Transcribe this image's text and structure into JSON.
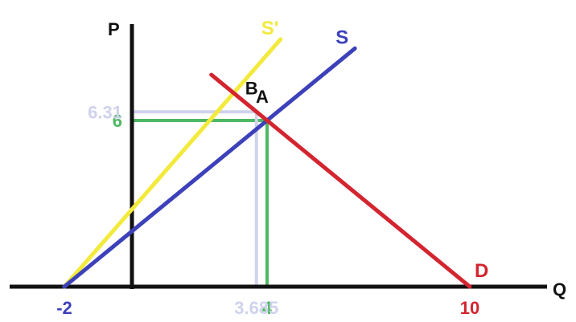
{
  "chart_data": {
    "type": "line",
    "xlabel": "Q",
    "ylabel": "P",
    "series": [
      {
        "name": "S'",
        "color": "#f2ea3c",
        "x": [
          -2,
          4.4
        ],
        "y": [
          0,
          8.93
        ]
      },
      {
        "name": "S",
        "color": "#3d41b9",
        "x": [
          -2,
          6.6
        ],
        "y": [
          0,
          8.6
        ]
      },
      {
        "name": "D",
        "color": "#d3252f",
        "x": [
          2.35,
          10
        ],
        "y": [
          7.65,
          0
        ]
      }
    ],
    "points": [
      {
        "label": "A",
        "x": 4,
        "y": 6
      },
      {
        "label": "B",
        "x": 3.685,
        "y": 6.31
      }
    ],
    "guides": [
      {
        "x": 4,
        "y": 6,
        "color": "#4eb862",
        "x_label": "4",
        "y_label": "6"
      },
      {
        "x": 3.685,
        "y": 6.31,
        "color": "#cfd2ec",
        "x_label": "3.685",
        "y_label": "6.31"
      }
    ],
    "x_tick_labels": [
      {
        "value": -2,
        "label": "-2",
        "color": "#3d41b9"
      },
      {
        "value": 10,
        "label": "10",
        "color": "#d3252f"
      }
    ]
  }
}
